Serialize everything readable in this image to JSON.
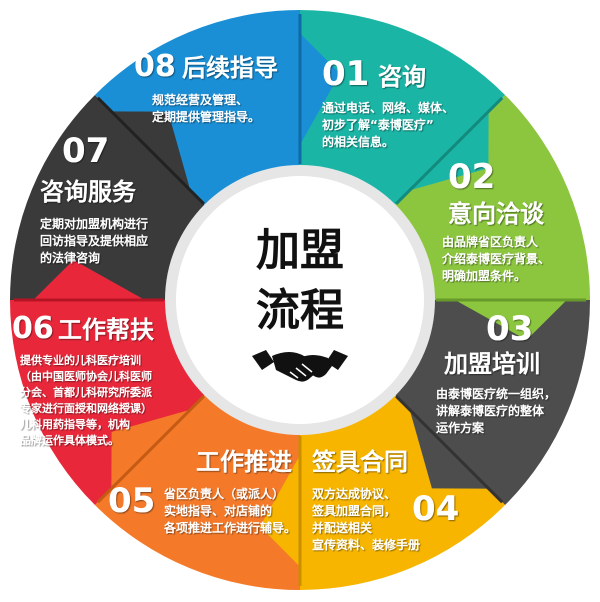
{
  "center": {
    "line1": "加盟",
    "line2": "流程",
    "icon": "handshake-icon",
    "ring_color": "#e6e6e6"
  },
  "steps": [
    {
      "number": "01",
      "title": "咨询",
      "desc": [
        "通过电话、网络、媒体、",
        "初步了解“泰博医疗”",
        "的相关信息。"
      ],
      "color": "#1bb5a6",
      "shade": "#128a7e"
    },
    {
      "number": "02",
      "title": "意向洽谈",
      "desc": [
        "由品牌省区负责人",
        "介绍泰博医疗背景、",
        "明确加盟条件。"
      ],
      "color": "#8cc63f",
      "shade": "#669a2a"
    },
    {
      "number": "03",
      "title": "加盟培训",
      "desc": [
        "由泰博医疗统一组织，",
        "讲解泰博医疗的整体",
        "运作方案"
      ],
      "color": "#4d4d4d",
      "shade": "#333333"
    },
    {
      "number": "04",
      "title": "签具合同",
      "desc": [
        "双方达成协议、",
        "签具加盟合同，",
        "并配送相关",
        "宣传资料、装修手册"
      ],
      "color": "#f7b500",
      "shade": "#c98f00"
    },
    {
      "number": "05",
      "title": "工作推进",
      "desc": [
        "省区负责人（或派人）",
        "实地指导、对店铺的",
        "各项推进工作进行辅导。"
      ],
      "color": "#f47a2a",
      "shade": "#c45a14"
    },
    {
      "number": "06",
      "title": "工作帮扶",
      "desc": [
        "提供专业的儿科医疗培训",
        "（由中国医师协会儿科医师",
        "分会、首都儿科研究所委派",
        "专家进行面授和网络授课）",
        "儿科用药指导等，机构",
        "品牌运作具体模式。"
      ],
      "color": "#e8283a",
      "shade": "#b51424"
    },
    {
      "number": "07",
      "title": "咨询服务",
      "desc": [
        "定期对加盟机构进行",
        "回访指导及提供相应",
        "的法律咨询"
      ],
      "color": "#3a3a3a",
      "shade": "#222222"
    },
    {
      "number": "08",
      "title": "后续指导",
      "desc": [
        "规范经营及管理、",
        "定期提供管理指导。"
      ],
      "color": "#1a8fd6",
      "shade": "#106aa3"
    }
  ]
}
